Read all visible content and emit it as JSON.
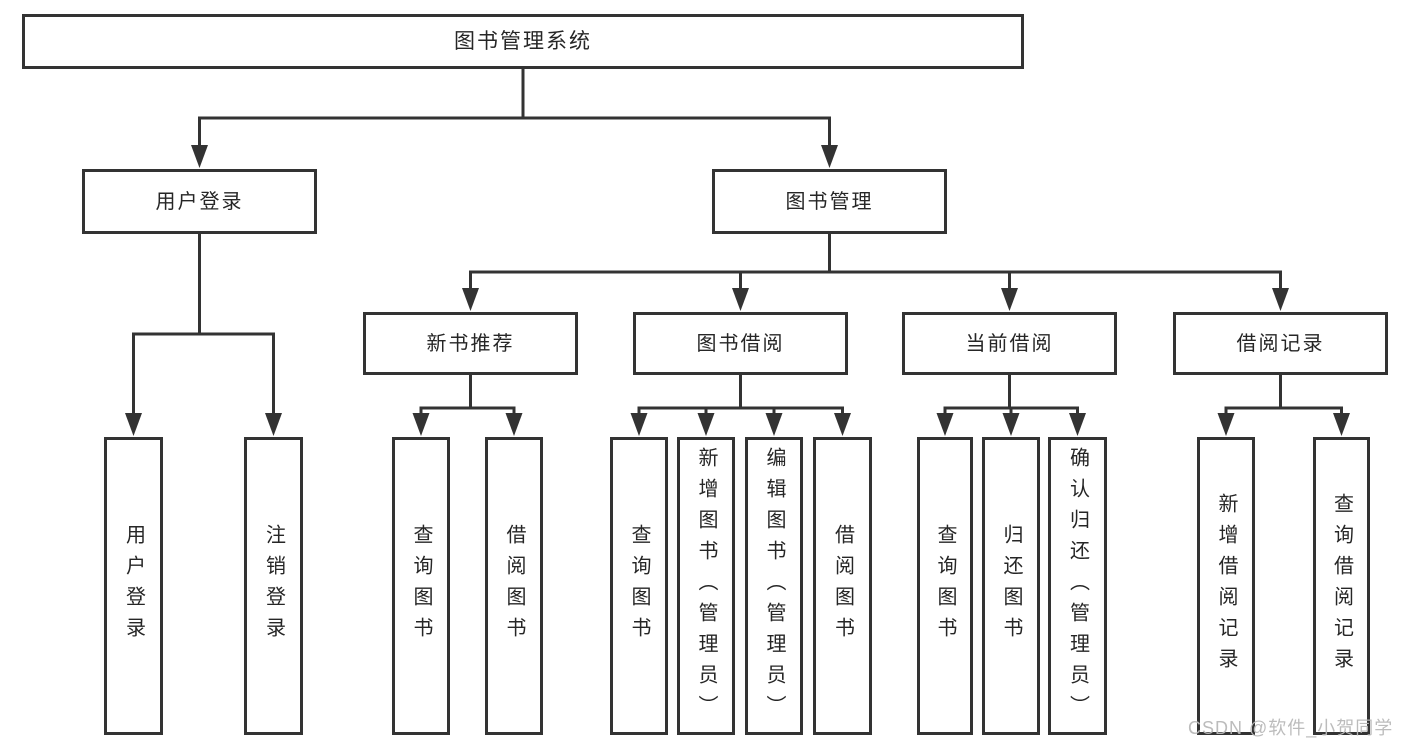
{
  "diagram": {
    "watermark": "CSDN @软件_小贺同学",
    "colors": {
      "line": "#333333",
      "box_border": "#333333",
      "box_fill": "#ffffff",
      "text": "#262626",
      "watermark": "#b9b9b9"
    },
    "nodes": [
      {
        "id": "root",
        "label": "图书管理系统",
        "level": 1,
        "parent": null
      },
      {
        "id": "user-login",
        "label": "用户登录",
        "level": 2,
        "parent": "root"
      },
      {
        "id": "book-mgmt",
        "label": "图书管理",
        "level": 2,
        "parent": "root"
      },
      {
        "id": "new-book-rec",
        "label": "新书推荐",
        "level": 3,
        "parent": "book-mgmt"
      },
      {
        "id": "book-borrow",
        "label": "图书借阅",
        "level": 3,
        "parent": "book-mgmt"
      },
      {
        "id": "current-borrow",
        "label": "当前借阅",
        "level": 3,
        "parent": "book-mgmt"
      },
      {
        "id": "borrow-records",
        "label": "借阅记录",
        "level": 3,
        "parent": "book-mgmt"
      },
      {
        "id": "leaf-user-login",
        "label": "用户登录",
        "level": 4,
        "parent": "user-login"
      },
      {
        "id": "leaf-logout",
        "label": "注销登录",
        "level": 4,
        "parent": "user-login"
      },
      {
        "id": "leaf-query-book-1",
        "label": "查询图书",
        "level": 4,
        "parent": "new-book-rec"
      },
      {
        "id": "leaf-borrow-book-1",
        "label": "借阅图书",
        "level": 4,
        "parent": "new-book-rec"
      },
      {
        "id": "leaf-query-book-2",
        "label": "查询图书",
        "level": 4,
        "parent": "book-borrow"
      },
      {
        "id": "leaf-add-book",
        "label": "新增图书（管理员）",
        "level": 4,
        "parent": "book-borrow"
      },
      {
        "id": "leaf-edit-book",
        "label": "编辑图书（管理员）",
        "level": 4,
        "parent": "book-borrow"
      },
      {
        "id": "leaf-borrow-book-2",
        "label": "借阅图书",
        "level": 4,
        "parent": "book-borrow"
      },
      {
        "id": "leaf-query-book-3",
        "label": "查询图书",
        "level": 4,
        "parent": "current-borrow"
      },
      {
        "id": "leaf-return-book",
        "label": "归还图书",
        "level": 4,
        "parent": "current-borrow"
      },
      {
        "id": "leaf-confirm-return",
        "label": "确认归还（管理员）",
        "level": 4,
        "parent": "current-borrow"
      },
      {
        "id": "leaf-add-borrow-record",
        "label": "新增借阅记录",
        "level": 4,
        "parent": "borrow-records"
      },
      {
        "id": "leaf-query-borrow-record",
        "label": "查询借阅记录",
        "level": 4,
        "parent": "borrow-records"
      }
    ]
  }
}
